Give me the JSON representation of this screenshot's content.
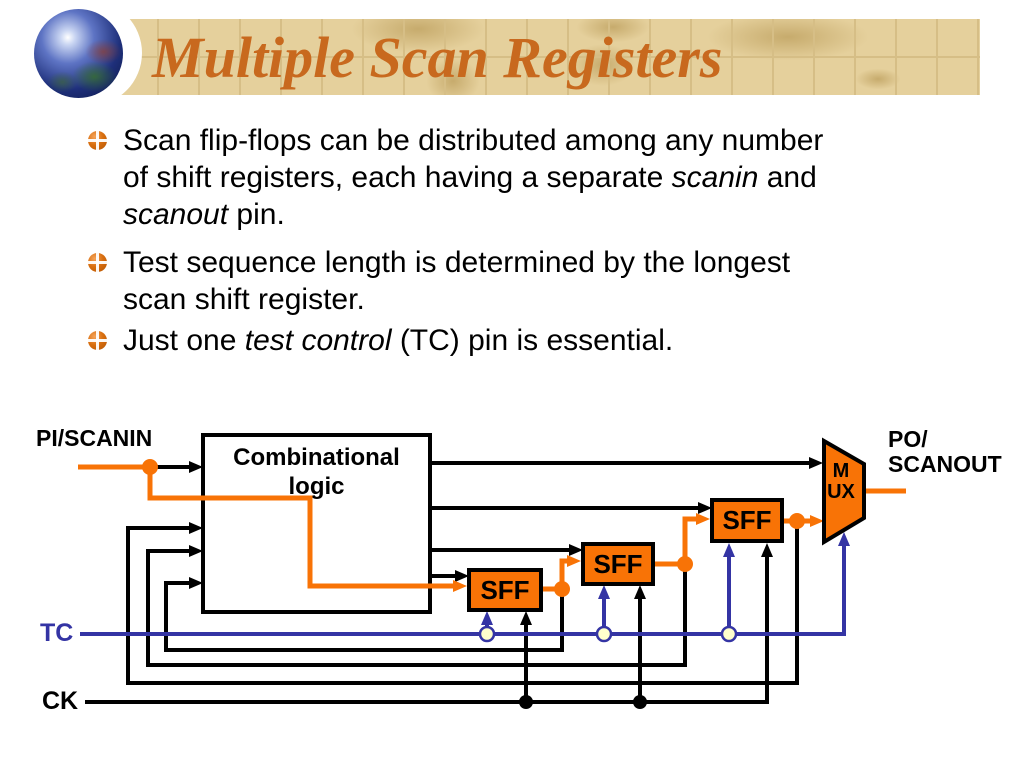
{
  "header": {
    "title": "Multiple Scan Registers"
  },
  "bullets": [
    {
      "lines": [
        {
          "segments": [
            {
              "text": "Scan flip-flops can be distributed among any number",
              "italic": false
            }
          ]
        },
        {
          "segments": [
            {
              "text": "of shift registers, each having a separate ",
              "italic": false
            },
            {
              "text": "scanin",
              "italic": true
            },
            {
              "text": " and",
              "italic": false
            }
          ]
        },
        {
          "segments": [
            {
              "text": "scanout",
              "italic": true
            },
            {
              "text": " pin.",
              "italic": false
            }
          ]
        }
      ]
    },
    {
      "lines": [
        {
          "segments": [
            {
              "text": "Test sequence length is determined by the longest",
              "italic": false
            }
          ]
        },
        {
          "segments": [
            {
              "text": "scan shift register.",
              "italic": false
            }
          ]
        }
      ]
    },
    {
      "lines": [
        {
          "segments": [
            {
              "text": "Just one ",
              "italic": false
            },
            {
              "text": "test control",
              "italic": true
            },
            {
              "text": " (TC) pin is essential.",
              "italic": false
            }
          ]
        }
      ]
    }
  ],
  "diagram": {
    "combinational_logic_label": "Combinational logic",
    "sff_labels": [
      "SFF",
      "SFF",
      "SFF"
    ],
    "mux_label": "MUX",
    "pi_label": "PI/SCANIN",
    "po_label": "PO/\nSCANOUT",
    "tc_label": "TC",
    "ck_label": "CK"
  },
  "colors": {
    "accent_orange": "#F87306",
    "wire_blue": "#3434A4",
    "wire_black": "#000000",
    "bubble_cream": "#FFFFCC",
    "banner_tan": "#E5D09C",
    "title_orange": "#C8691E"
  }
}
